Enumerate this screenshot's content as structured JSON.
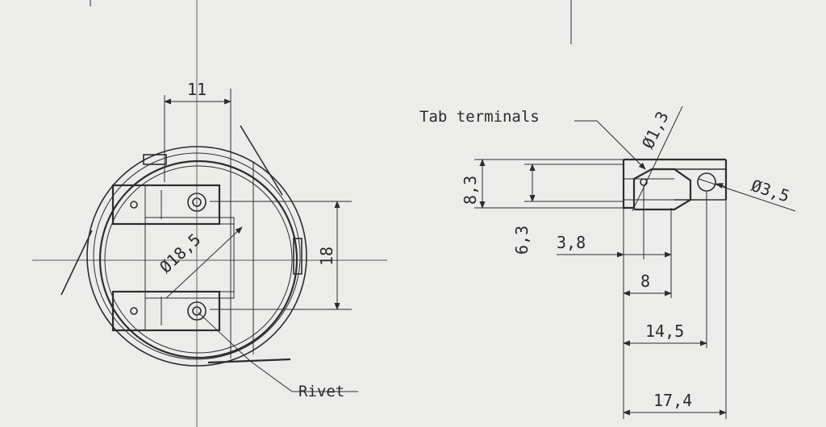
{
  "labels": {
    "tab_terminals": "Tab terminals",
    "rivet": "Rivet"
  },
  "dimensions": {
    "top_width": "11",
    "diameter_body": "Ø18,5",
    "tab_spacing": "18",
    "height_total": "8,3",
    "height_inner": "6,3",
    "hole_small": "Ø1,3",
    "hole_large": "Ø3,5",
    "offset_hole": "3,8",
    "length_8": "8",
    "length_14_5": "14,5",
    "length_17_4": "17,4"
  },
  "colors": {
    "paper": "#ecedeb",
    "ink": "#2c2c2c"
  }
}
